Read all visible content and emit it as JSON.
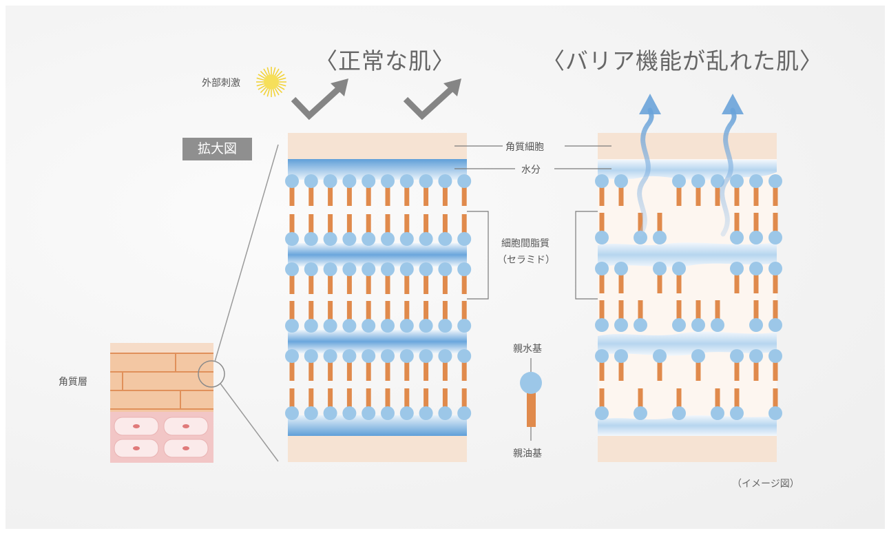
{
  "titles": {
    "normal": "〈正常な肌〉",
    "damaged": "〈バリア機能が乱れた肌〉"
  },
  "labels": {
    "external_stimulus": "外部刺激",
    "magnified": "拡大図",
    "stratum_corneum": "角質層",
    "corneocyte": "角質細胞",
    "moisture": "水分",
    "intercellular_lipid_line1": "細胞間脂質",
    "intercellular_lipid_line2": "（セラミド）",
    "hydrophilic": "親水基",
    "lipophilic": "親油基",
    "image_note": "（イメージ図）"
  },
  "colors": {
    "corneocyte": "#f7e3d2",
    "water": "#7fb4e0",
    "lipid_head": "#9cc7e8",
    "lipid_tail": "#e08a4c",
    "sun": "#f2d33a",
    "arrow_gray": "#808080",
    "badge": "#8f8f8f"
  },
  "icons": {
    "sun": "sun-icon",
    "deflect_arrow": "deflect-arrow-icon",
    "evaporation_arrow": "wavy-up-arrow-icon"
  }
}
